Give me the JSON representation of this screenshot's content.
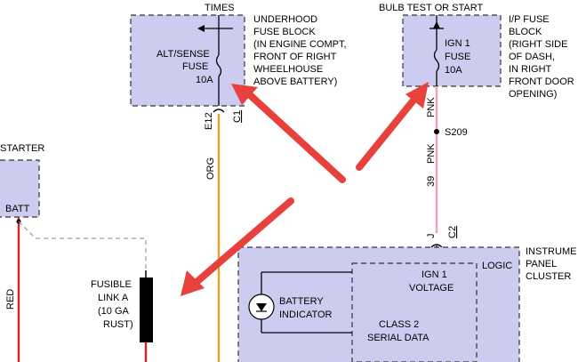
{
  "power_labels": {
    "times": "TIMES",
    "bulb_test": "BULB TEST OR START",
    "starter": "STARTER"
  },
  "underhood_fuse": {
    "name": "ALT/SENSE",
    "fuse": "FUSE",
    "rating": "10A",
    "description": [
      "UNDERHOOD",
      "FUSE BLOCK",
      "(IN ENGINE COMPT,",
      "FRONT OF RIGHT",
      "WHEELHOUSE",
      "ABOVE BATTERY)"
    ],
    "pin": "E12",
    "connector": "C1"
  },
  "ip_fuse": {
    "name": "IGN 1",
    "fuse": "FUSE",
    "rating": "10A",
    "description": [
      "I/P FUSE",
      "BLOCK",
      "(RIGHT SIDE",
      "OF DASH,",
      "IN RIGHT",
      "FRONT DOOR",
      "OPENING)"
    ]
  },
  "wires": {
    "org_color": "ORG",
    "pnk_top": "PNK",
    "splice": "S209",
    "pnk_mid": "PNK",
    "circuit": "39",
    "red": "RED",
    "pin_j": "J",
    "connector_c2": "C2"
  },
  "starter": {
    "terminal": "BATT"
  },
  "fusible_link": {
    "lines": [
      "FUSIBLE",
      "LINK A",
      "(10 GA",
      "RUST)"
    ]
  },
  "cluster": {
    "label_lines": [
      "INSTRUME",
      "PANEL",
      "CLUSTER"
    ],
    "logic": "LOGIC",
    "ign_voltage": [
      "IGN 1",
      "VOLTAGE"
    ],
    "battery_indicator": [
      "BATTERY",
      "INDICATOR"
    ],
    "class2": [
      "CLASS 2",
      "SERIAL DATA"
    ]
  },
  "colors": {
    "box_fill": "#ccccf0",
    "arrow": "#e8403d",
    "org_wire": "#f0a020",
    "pnk_wire": "#f0a0b8",
    "red_wire": "#e02020"
  }
}
